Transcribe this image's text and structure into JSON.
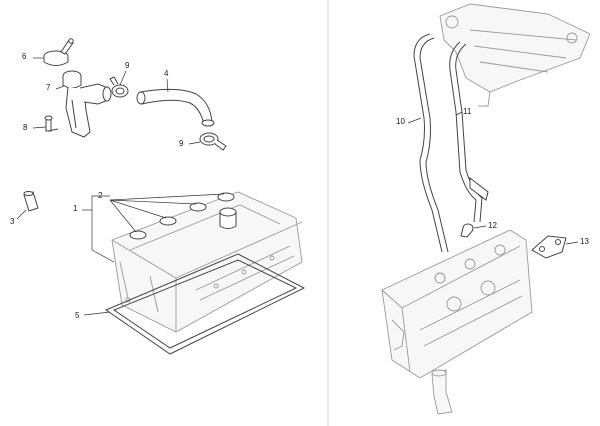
{
  "diagram": {
    "callouts": [
      {
        "id": "c1",
        "text": "1"
      },
      {
        "id": "c2",
        "text": "2"
      },
      {
        "id": "c3",
        "text": "3"
      },
      {
        "id": "c4",
        "text": "4"
      },
      {
        "id": "c5",
        "text": "5"
      },
      {
        "id": "c6",
        "text": "6"
      },
      {
        "id": "c7",
        "text": "7"
      },
      {
        "id": "c8",
        "text": "8"
      },
      {
        "id": "c9a",
        "text": "9"
      },
      {
        "id": "c9b",
        "text": "9"
      },
      {
        "id": "c10",
        "text": "10"
      },
      {
        "id": "c11",
        "text": "11"
      },
      {
        "id": "c12",
        "text": "12"
      },
      {
        "id": "c13",
        "text": "13"
      }
    ]
  }
}
